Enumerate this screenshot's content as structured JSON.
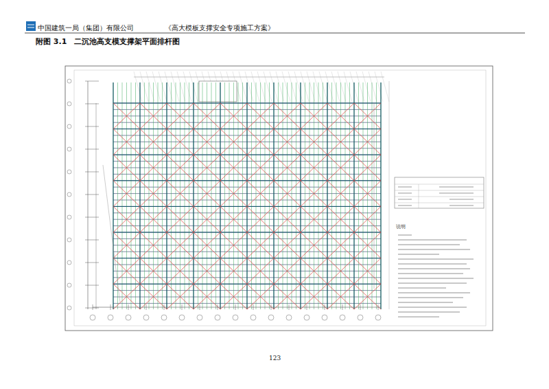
{
  "diagram": {
    "title": "附图 3.1　二沉池高支模支撑架平面排杆图",
    "labels": [
      "中国建筑一局（集团）有限公司",
      "《高大模板支撑安全专项施工方案》",
      "说明",
      "123"
    ]
  }
}
